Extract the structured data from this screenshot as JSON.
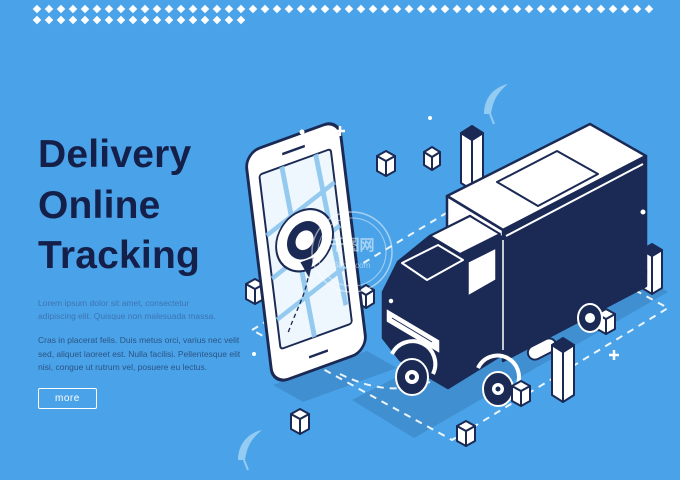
{
  "colors": {
    "background": "#4aa3e8",
    "ink": "#1b2a55",
    "title_text": "#14204a",
    "paragraph_light": "#3d74b2",
    "paragraph_dark": "#2b5385",
    "white": "#ffffff"
  },
  "hero": {
    "title_lines": [
      "Delivery",
      "Online",
      "Tracking"
    ],
    "paragraph_primary": "Lorem ipsum dolor sit amet, consectetur adipiscing elit. Quisque non malesuada massa.",
    "paragraph_secondary": "Cras in placerat felis. Duis metus orci, varius nec velit sed, aliquet laoreet est. Nulla facilisi. Pellentesque elit nisi, congue ut rutrum vel, posuere eu lectus.",
    "cta_label": "more"
  },
  "watermark": {
    "brand": "千图网",
    "domain": "58pic.com"
  }
}
